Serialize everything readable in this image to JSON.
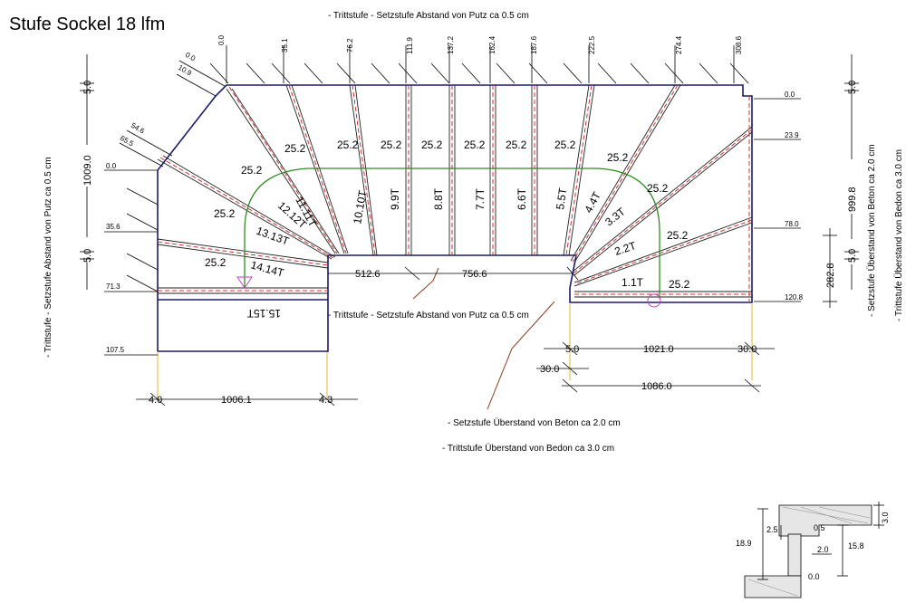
{
  "title": "Stufe Sockel 18 lfm",
  "notes": {
    "top": "- Trittstufe - Setzstufe Abstand von Putz ca 0.5 cm",
    "middle": "- Trittstufe - Setzstufe Abstand von Putz ca 0.5 cm",
    "left": "- Trittstufe - Setzstufe Abstand von Putz ca 0.5 cm",
    "right_1": "- Setzstufe Überstand von Beton ca 2.0 cm",
    "right_2": "- Trittstufe Überstand von Bedon ca 3.0 cm",
    "bottom_1": "- Setzstufe Überstand von Beton ca 2.0 cm",
    "bottom_2": "- Trittstufe Überstand von Bedon ca 3.0 cm"
  },
  "top_ticks": [
    "0.0",
    "35.1",
    "76.2",
    "111.9",
    "137.2",
    "162.4",
    "187.6",
    "222.5",
    "274.4",
    "308.6"
  ],
  "left_ticks": [
    "0.0",
    "10.9",
    "54.6",
    "65.5",
    "0.0",
    "35.6",
    "71.3",
    "107.5"
  ],
  "right_ticks": [
    "0.0",
    "23.9",
    "78.0",
    "120.8"
  ],
  "dimensions": {
    "left_total": "1009.0",
    "left_top": "5.0",
    "left_mid": "5.0",
    "right_total": "999.8",
    "right_top": "5.0",
    "right_mid": "5.0",
    "right_lower": "282.8",
    "bottom_left_total": "1006.1",
    "bottom_left_a": "4.0",
    "bottom_left_b": "4.3",
    "inner_a": "512.6",
    "inner_b": "756.6",
    "bottom_right_total": "1021.0",
    "bottom_right_a": "5.0",
    "bottom_right_b": "30.0",
    "bottom_right_c": "30.0",
    "bottom_right_full": "1086.0"
  },
  "steps": [
    "15.15T",
    "14.14T",
    "13.13T",
    "12.12T",
    "11.11T",
    "10.10T",
    "9.9T",
    "8.8T",
    "7.7T",
    "6.6T",
    "5.5T",
    "4.4T",
    "3.3T",
    "2.2T",
    "1.1T"
  ],
  "tread_depth": "25.2",
  "detail": {
    "d_18_9": "18.9",
    "d_2_5": "2.5",
    "d_0_5": "0.5",
    "d_2_0": "2.0",
    "d_15_8": "15.8",
    "d_3_0": "3.0",
    "d_0_0": "0.0"
  },
  "colors": {
    "outline": "#1a1a6b",
    "stair_line": "#d03030",
    "walk_line": "#2e8b22",
    "leader": "#8b3a1a",
    "extension": "#e8c24a"
  }
}
